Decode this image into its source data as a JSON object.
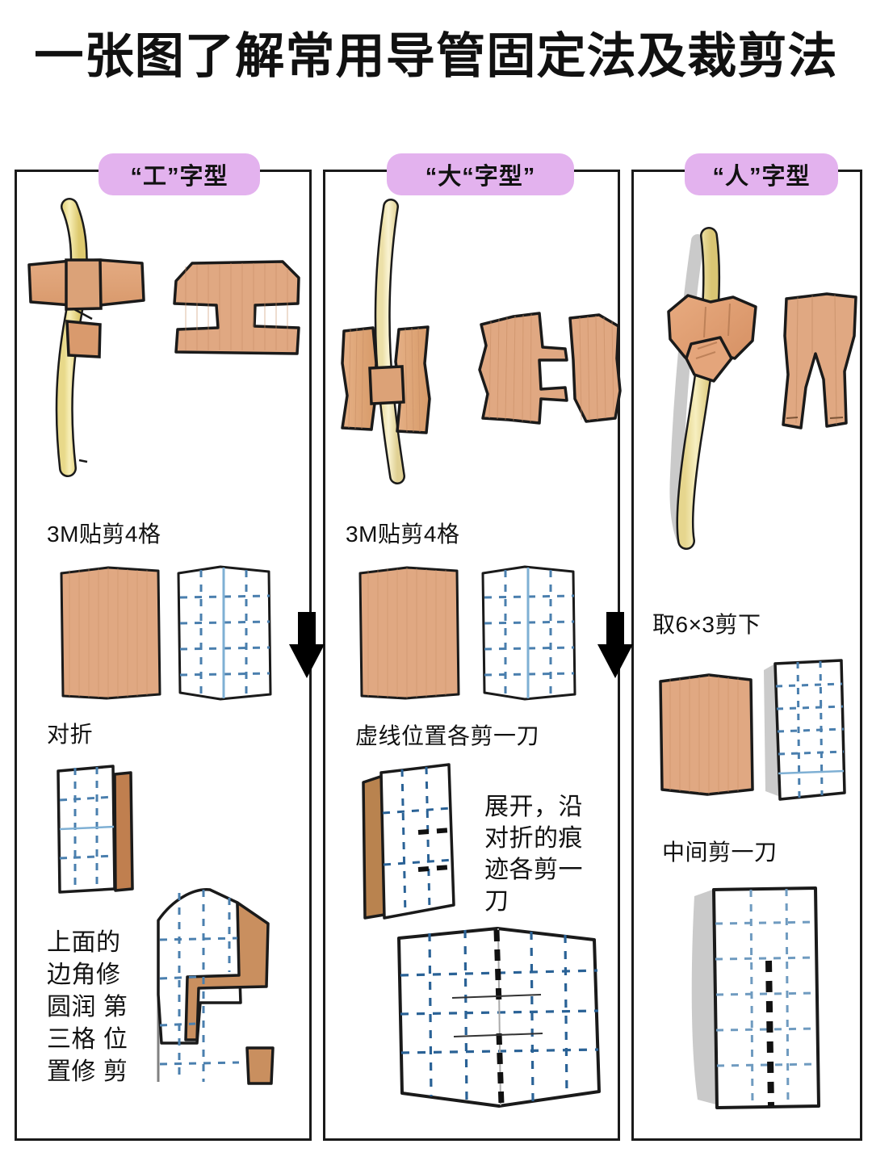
{
  "page": {
    "title": "一张图了解常用导管固定法及裁剪法",
    "accent_pill_color": "#e3b2ee",
    "tape_color": "#e0a882",
    "tape_color_dark": "#c98f66",
    "tube_color": "#f2e6a0",
    "grid_blue": "#4a7fae",
    "cut_line_color": "#111111",
    "frame_color": "#1a1a1a"
  },
  "columns": [
    {
      "id": "col1",
      "header": "“工”字型",
      "steps": [
        {
          "label": "3M贴剪4格"
        },
        {
          "label": "对折"
        },
        {
          "label": "上面的\n边角修\n圆润\n第三格\n位置修\n剪"
        }
      ]
    },
    {
      "id": "col2",
      "header": "“大“字型”",
      "steps": [
        {
          "label": "3M贴剪4格"
        },
        {
          "label": "虚线位置各剪一刀"
        },
        {
          "label": "展开，沿\n对折的痕\n迹各剪一\n刀"
        }
      ]
    },
    {
      "id": "col3",
      "header": "“人”字型",
      "steps": [
        {
          "label": "取6×3剪下"
        },
        {
          "label": "中间剪一刀"
        }
      ]
    }
  ],
  "illustrations": {
    "col1_tube": "catheter-tube-with-h-tape-illustration",
    "col1_cutout": "h-shaped-tape-cutout-illustration",
    "col1_tape_square": "tape-square-illustration",
    "col1_grid_square": "grid-paper-4-cell-illustration",
    "col1_folded": "folded-grid-paper-illustration",
    "col1_final": "trimmed-h-tape-on-grid-illustration",
    "col2_tube": "catheter-tube-with-da-tape-illustration",
    "col2_cutout": "da-shaped-tape-cutout-illustration",
    "col2_tape_square": "tape-square-illustration",
    "col2_grid_square": "grid-paper-4-cell-illustration",
    "col2_folded": "folded-grid-paper-with-cut-marks-illustration",
    "col2_unfolded": "unfolded-grid-paper-with-cut-lines-illustration",
    "col3_tube": "catheter-tube-with-ren-tape-illustration",
    "col3_cutout": "ren-shaped-tape-cutout-illustration",
    "col3_tape_rect": "tape-rectangle-6x3-illustration",
    "col3_grid_rect": "grid-paper-6x3-illustration",
    "col3_final": "grid-paper-with-center-cut-illustration"
  }
}
